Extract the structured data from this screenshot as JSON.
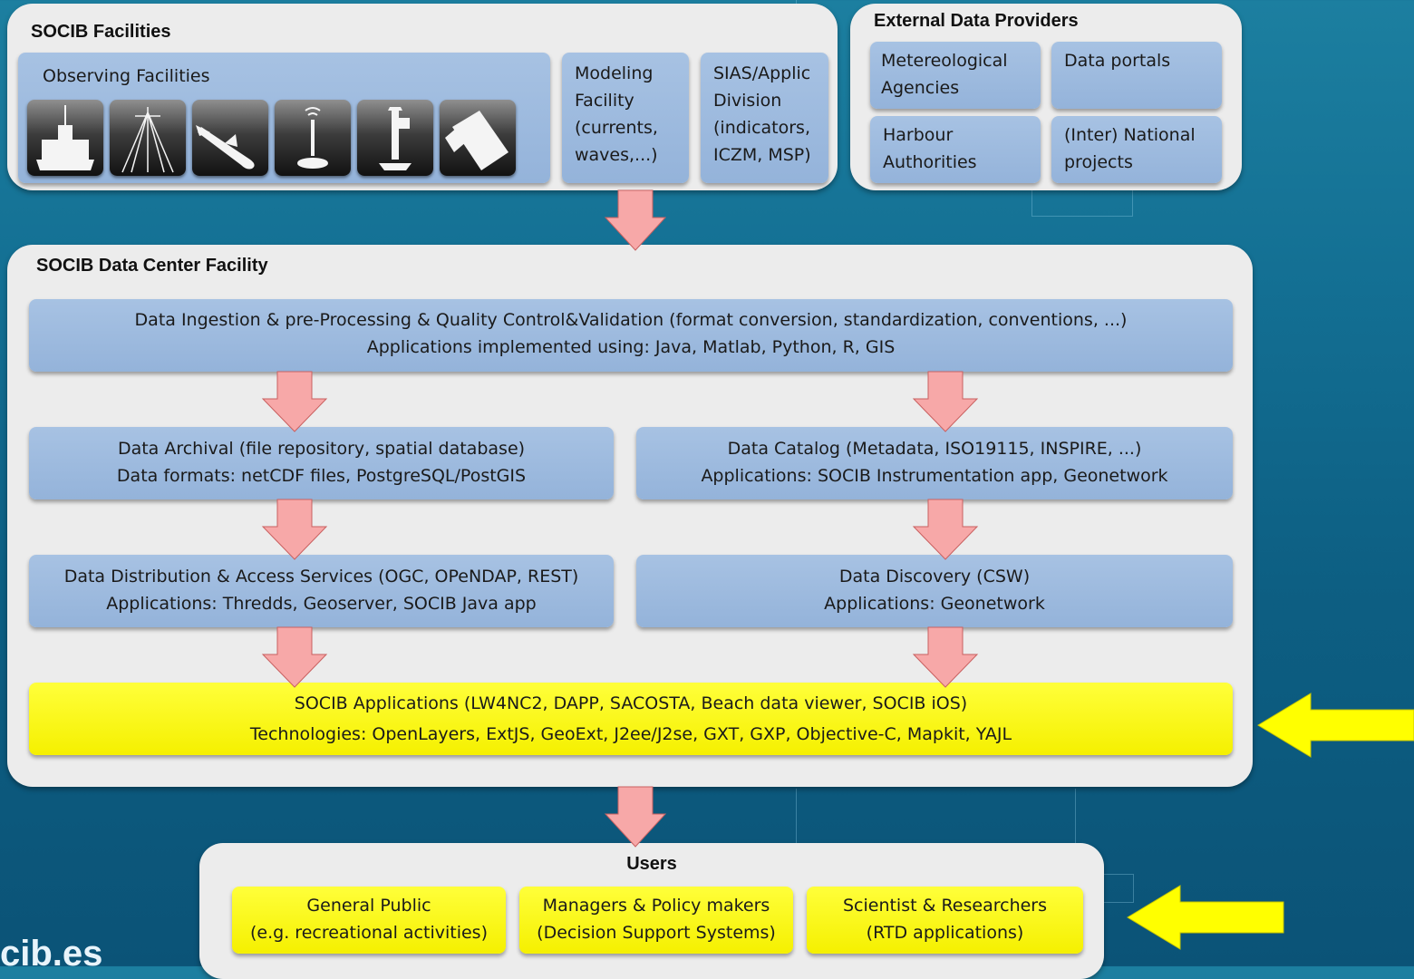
{
  "socib_facilities": {
    "title": "SOCIB Facilities",
    "observing": {
      "label": "Observing Facilities",
      "icons": [
        "ship-icon",
        "hf-radar-icon",
        "glider-icon",
        "drifter-icon",
        "buoy-icon",
        "satellite-icon"
      ]
    },
    "modeling": [
      "Modeling",
      "Facility",
      "(currents,",
      "waves,...)"
    ],
    "sias": [
      "SIAS/Applic",
      "Division",
      "(indicators,",
      "ICZM, MSP)"
    ]
  },
  "external_providers": {
    "title": "External Data Providers",
    "items": [
      [
        "Metereological",
        "Agencies"
      ],
      [
        "Data portals"
      ],
      [
        "Harbour",
        "Authorities"
      ],
      [
        "(Inter) National",
        "projects"
      ]
    ]
  },
  "data_center": {
    "title": "SOCIB Data Center Facility",
    "ingestion": [
      "Data Ingestion & pre-Processing & Quality Control&Validation (format conversion, standardization, conventions, ...)",
      "Applications implemented using: Java, Matlab, Python, R, GIS"
    ],
    "archival": [
      "Data Archival (file repository, spatial database)",
      "Data formats: netCDF files, PostgreSQL/PostGIS"
    ],
    "catalog": [
      "Data Catalog (Metadata, ISO19115, INSPIRE, ...)",
      "Applications: SOCIB Instrumentation app, Geonetwork"
    ],
    "distribution": [
      "Data Distribution & Access Services (OGC, OPeNDAP, REST)",
      "Applications: Thredds, Geoserver, SOCIB Java app"
    ],
    "discovery": [
      "Data Discovery (CSW)",
      "Applications: Geonetwork"
    ],
    "applications": [
      "SOCIB Applications (LW4NC2, DAPP, SACOSTA, Beach data viewer, SOCIB iOS)",
      "Technologies: OpenLayers, ExtJS, GeoExt, J2ee/J2se, GXT, GXP, Objective-C, Mapkit, YAJL"
    ]
  },
  "users": {
    "title": "Users",
    "items": [
      [
        "General Public",
        "(e.g. recreational activities)"
      ],
      [
        "Managers & Policy makers",
        "(Decision Support Systems)"
      ],
      [
        "Scientist & Researchers",
        "(RTD applications)"
      ]
    ]
  },
  "footer_fragment": "cib.es",
  "colors": {
    "box_blue": "#94b3da",
    "highlight_yellow": "#f5f000",
    "arrow_pink": "#f7a8a8",
    "arrow_yellow": "#ffff00",
    "panel_gray": "#ececec"
  }
}
